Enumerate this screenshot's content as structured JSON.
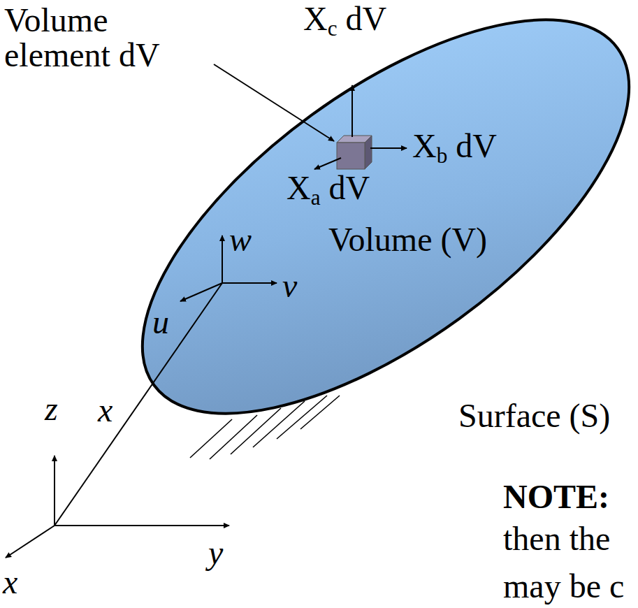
{
  "diagram": {
    "nodes": [
      {
        "text": [
          "Volume (V)"
        ]
      }
    ],
    "labels": [
      "Volume element dV",
      "Xc dV",
      "Xb dV",
      "Xa dV",
      "w",
      "v",
      "u",
      "x",
      "Surface (S)",
      "z",
      "y",
      "x",
      "NOTE:",
      "then the",
      "may be c"
    ]
  }
}
